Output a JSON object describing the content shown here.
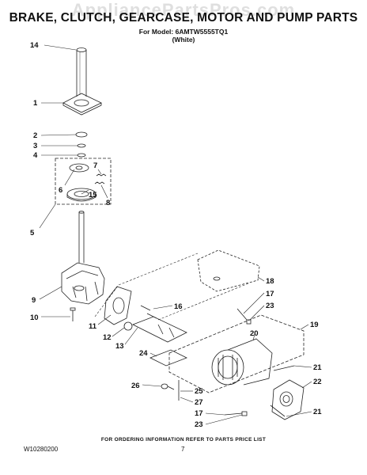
{
  "watermark": "AppliancePartsPros.com",
  "title": "BRAKE, CLUTCH, GEARCASE, MOTOR AND PUMP PARTS",
  "model_line": "For Model: 6AMTW5555TQ1",
  "color_line": "(White)",
  "footer_note": "FOR ORDERING INFORMATION REFER TO PARTS PRICE LIST",
  "doc_number": "W10280200",
  "page_number": "7",
  "callouts": {
    "c14": "14",
    "c1": "1",
    "c2": "2",
    "c3": "3",
    "c4": "4",
    "c7": "7",
    "c6": "6",
    "c15": "15",
    "c8": "8",
    "c5": "5",
    "c9": "9",
    "c10": "10",
    "c11": "11",
    "c12": "12",
    "c13": "13",
    "c16": "16",
    "c18": "18",
    "c17a": "17",
    "c23a": "23",
    "c19": "19",
    "c20": "20",
    "c24": "24",
    "c21a": "21",
    "c22": "22",
    "c26": "26",
    "c25": "25",
    "c27": "27",
    "c17b": "17",
    "c21b": "21",
    "c23b": "23"
  }
}
